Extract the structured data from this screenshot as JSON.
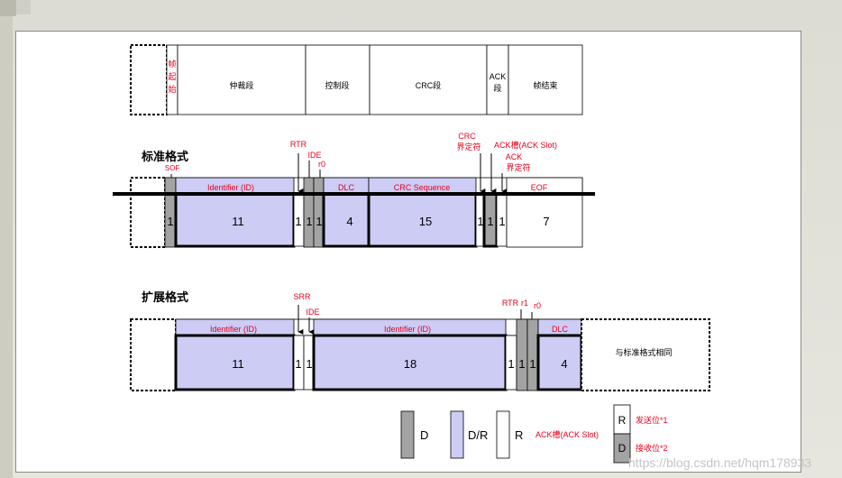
{
  "frame": {
    "sof": "帧起始",
    "arbitration": "仲裁段",
    "control": "控制段",
    "crc": "CRC段",
    "ack": "ACK段",
    "eof": "帧结束"
  },
  "standard": {
    "title": "标准格式",
    "labels": {
      "rtr": "RTR",
      "ide": "IDE",
      "r0": "r0",
      "sof": "SOF",
      "crc_delim": "CRC\n界定符",
      "ack_slot": "ACK槽(ACK Slot)",
      "ack_delim": "ACK\n界定符",
      "identifier": "Identifier (ID)",
      "dlc": "DLC",
      "crc_seq": "CRC Sequence",
      "eof": "EOF"
    },
    "bits": {
      "sof": "1",
      "id": "11",
      "rtr": "1",
      "ide": "1",
      "r0": "1",
      "dlc": "4",
      "crc": "15",
      "crc_delim": "1",
      "ack": "1",
      "ack_delim": "1",
      "eof": "7"
    }
  },
  "extended": {
    "title": "扩展格式",
    "labels": {
      "srr": "SRR",
      "ide": "IDE",
      "rtr": "RTR",
      "r1": "r1",
      "r0": "r0",
      "identifier1": "Identifier (ID)",
      "identifier2": "Identifier (ID)",
      "dlc": "DLC",
      "same": "与标准格式相同"
    },
    "bits": {
      "id": "11",
      "srr": "1",
      "ide": "1",
      "ext_id": "18",
      "rtr": "1",
      "r1": "1",
      "r0": "1",
      "dlc": "4"
    }
  },
  "legend": {
    "d": "D",
    "dr": "D/R",
    "r": "R",
    "ack_slot": "ACK槽(ACK Slot)",
    "r_box": "R",
    "d_box": "D",
    "send": "发送位*1",
    "recv": "接收位*2"
  },
  "watermark": "https://blog.csdn.net/hqm178933",
  "colors": {
    "dominant": "#a3a3a3",
    "dominant_or_recessive": "#ccccf5",
    "recessive": "#ffffff",
    "label_red": "#e8001c"
  }
}
